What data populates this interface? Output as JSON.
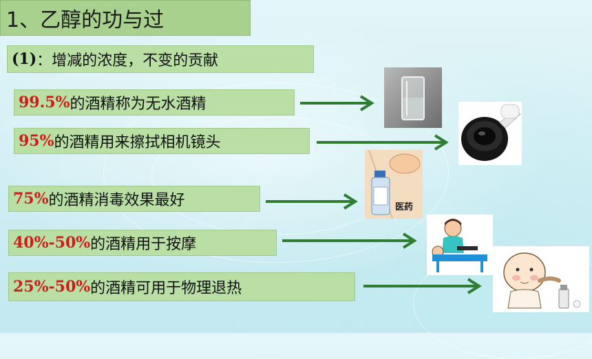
{
  "title": "1、乙醇的功与过",
  "subtitle": {
    "marker": "(1)",
    "text": "：增减的浓度，不变的贡献"
  },
  "items": [
    {
      "percent": "99.5%",
      "text": "的酒精称为无水酒精"
    },
    {
      "percent": "95%",
      "text": "的酒精用来擦拭相机镜头"
    },
    {
      "percent": "75%",
      "text": "的酒精消毒效果最好"
    },
    {
      "percent": "40%-50%",
      "text": "的酒精用于按摩"
    },
    {
      "percent": "25%-50%",
      "text": "的酒精可用于物理退热"
    }
  ],
  "images": {
    "bottle_label": "医药"
  },
  "colors": {
    "box": "#b9dfa5",
    "percent": "#d11a1a",
    "arrow": "#2e7d32"
  }
}
